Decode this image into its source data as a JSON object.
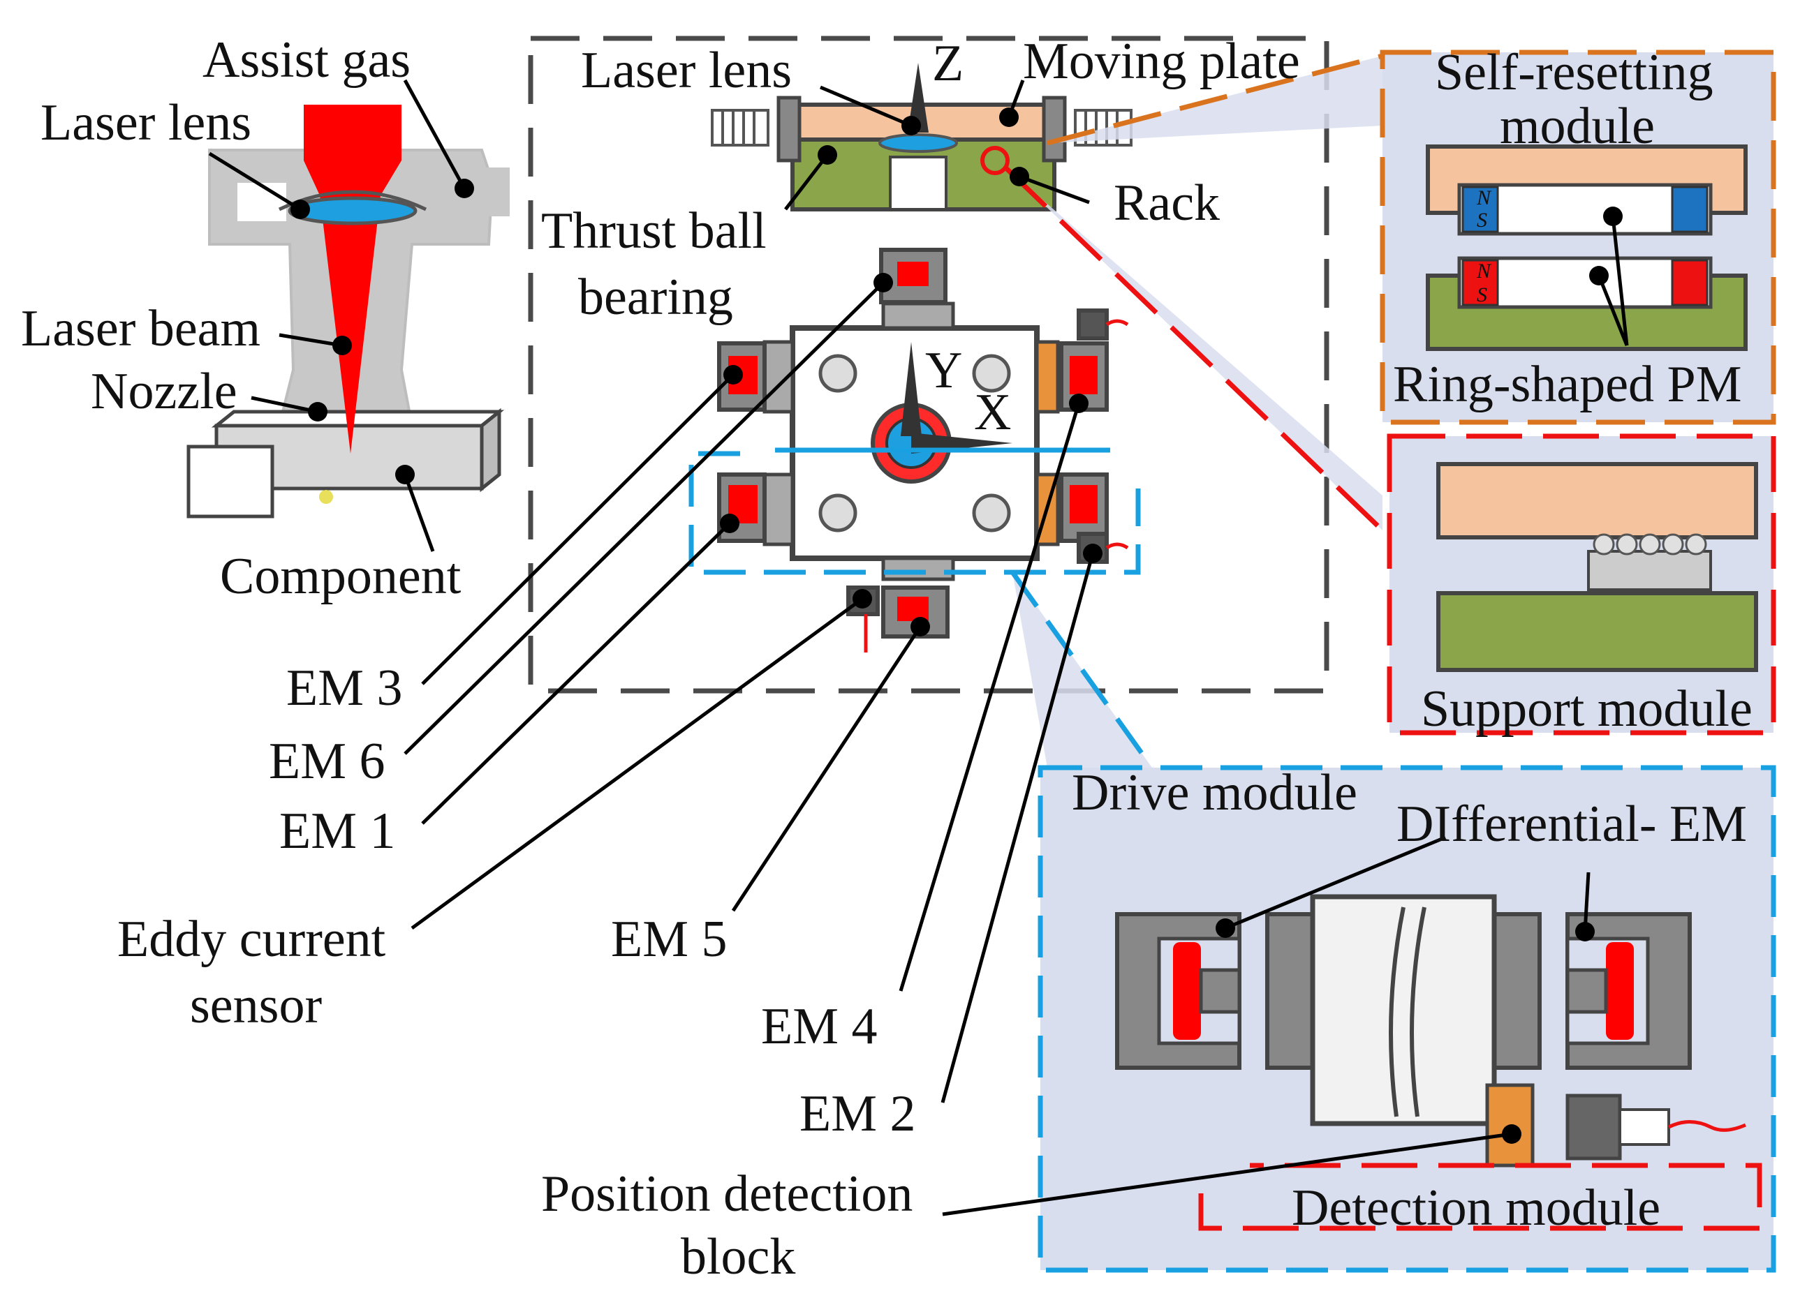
{
  "labels": {
    "assist_gas": "Assist gas",
    "laser_lens_left": "Laser lens",
    "laser_beam": "Laser beam",
    "nozzle": "Nozzle",
    "component": "Component",
    "laser_lens_top": "Laser lens",
    "axis_z": "Z",
    "moving_plate": "Moving plate",
    "thrust_ball_line1": "Thrust ball",
    "thrust_ball_line2": "bearing",
    "rack": "Rack",
    "axis_y": "Y",
    "axis_x": "X",
    "self_resetting_line1": "Self-resetting",
    "self_resetting_line2": "module",
    "magnet_n": "N",
    "magnet_s": "S",
    "ring_shaped_pm": "Ring-shaped PM",
    "support_module": "Support module",
    "drive_module": "Drive module",
    "differential_em": "DIfferential- EM",
    "detection_module": "Detection module",
    "em3": "EM 3",
    "em6": "EM 6",
    "em1": "EM 1",
    "eddy_line1": "Eddy current",
    "eddy_line2": "sensor",
    "em5": "EM 5",
    "em4": "EM 4",
    "em2": "EM 2",
    "position_line1": "Position detection",
    "position_line2": "block"
  },
  "colors": {
    "laser_red": "#ff0000",
    "lens_blue": "#1e9fe0",
    "nozzle_gray": "#c8c8c8",
    "plate_peach": "#f5c39e",
    "rack_green": "#8aa54a",
    "panel_lavender": "#d9deee",
    "frame_orange": "#d9731e",
    "frame_red": "#ee1111",
    "frame_blue": "#19a0e0",
    "block_orange": "#e8923c"
  }
}
